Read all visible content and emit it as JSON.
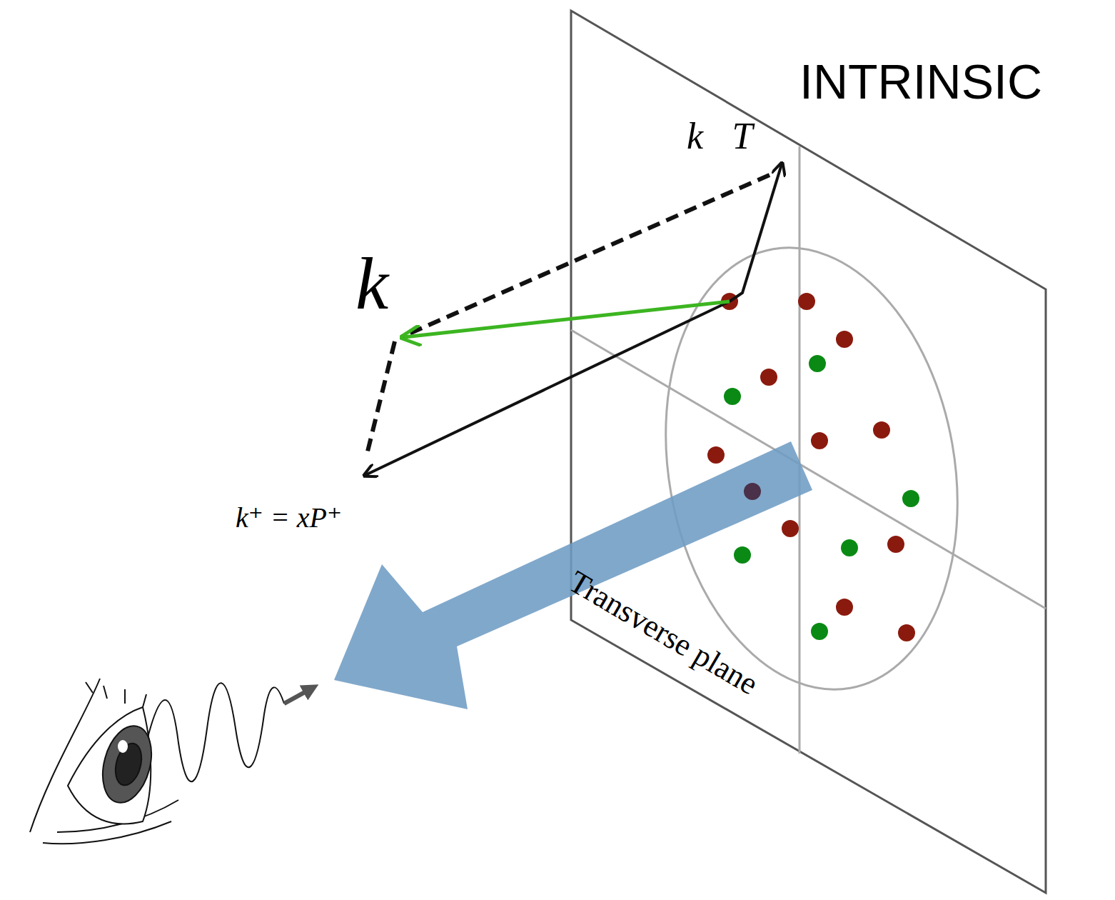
{
  "diagram": {
    "labels": [
      "INTRINSIC",
      "k⃗T",
      "k",
      "k⁺ = xP⁺",
      "Transverse plane"
    ]
  }
}
